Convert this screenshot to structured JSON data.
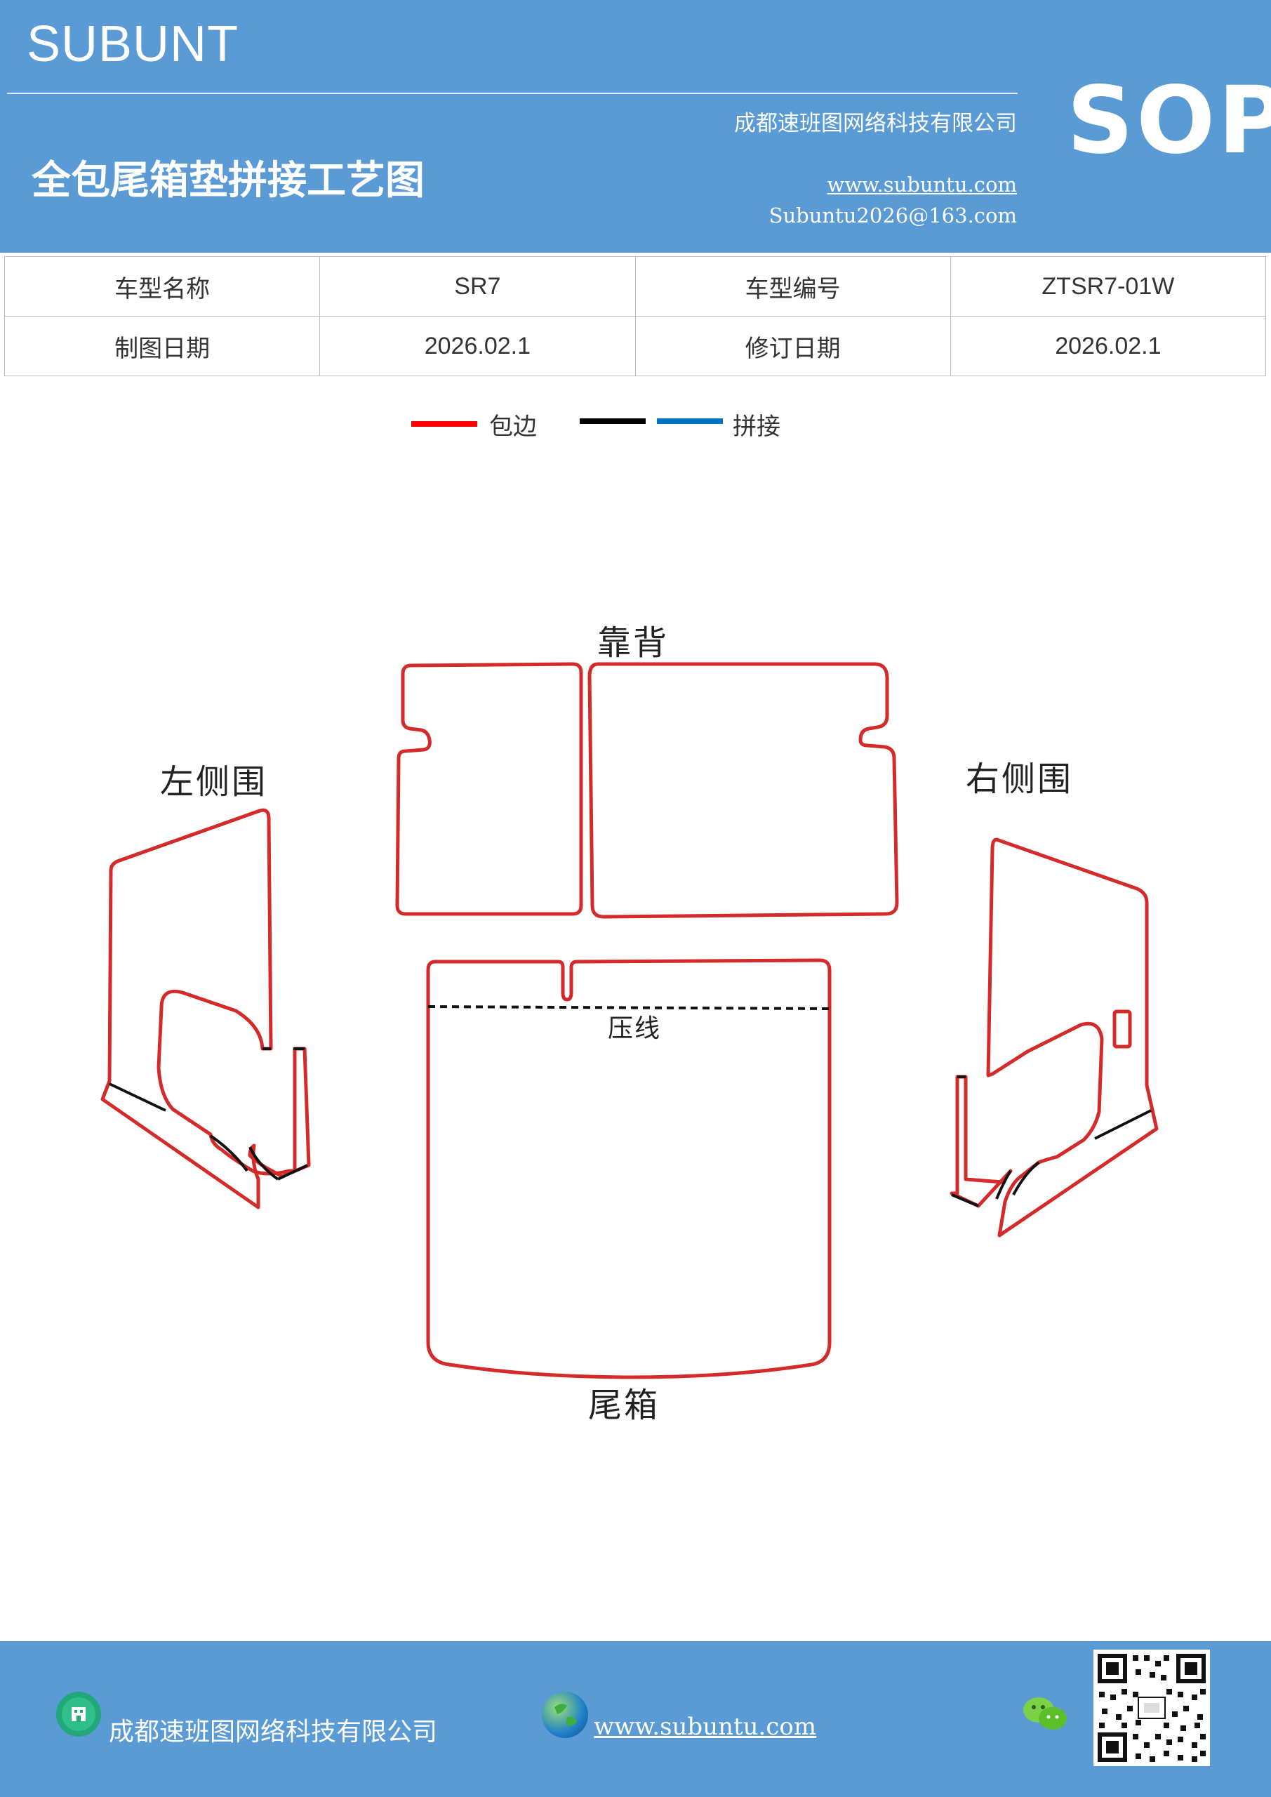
{
  "header": {
    "brand": "SUBUNT",
    "company": "成都速班图网络科技有限公司",
    "title": "全包尾箱垫拼接工艺图",
    "website": "www.subuntu.com",
    "email": "Subuntu2026@163.com",
    "badge": "SOP"
  },
  "info_table": {
    "rows": [
      [
        {
          "text": "车型名称"
        },
        {
          "text": "SR7"
        },
        {
          "text": "车型编号"
        },
        {
          "text": "ZTSR7-01W"
        }
      ],
      [
        {
          "text": "制图日期"
        },
        {
          "text": "2026.02.1"
        },
        {
          "text": "修订日期"
        },
        {
          "text": "2026.02.1"
        }
      ]
    ]
  },
  "legend": {
    "items": [
      {
        "label": "包边",
        "color": "#ff0000"
      },
      {
        "label": "",
        "color": "#000000"
      },
      {
        "label": "拼接",
        "color": "#0070c0"
      }
    ]
  },
  "diagram": {
    "labels": {
      "backrest": "靠背",
      "left_side": "左侧围",
      "right_side": "右侧围",
      "trunk": "尾箱",
      "crease": "压线"
    },
    "colors": {
      "edge": "#d42a2a",
      "seam": "#111111"
    }
  },
  "footer": {
    "company": "成都速班图网络科技有限公司",
    "website": "www.subuntu.com",
    "icons": [
      "building-icon",
      "globe-icon",
      "wechat-icon",
      "qr-code"
    ]
  }
}
